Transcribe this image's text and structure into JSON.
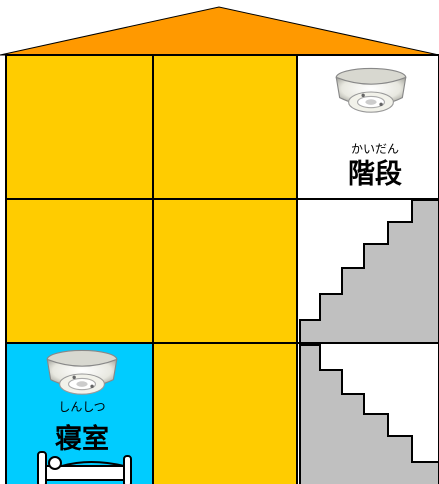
{
  "colors": {
    "roof": "#ff9900",
    "wall": "#ffcc00",
    "bedroom": "#00ccff",
    "stair_wall": "#c0c0c0",
    "outline": "#000000"
  },
  "stair_room": {
    "ruby": "かいだん",
    "label": "階段",
    "icon": "smoke-detector-icon"
  },
  "bedroom": {
    "ruby": "しんしつ",
    "label": "寝室",
    "icon": "smoke-detector-icon",
    "furniture_icon": "bed-icon"
  },
  "stairs_icon": "staircase-icon"
}
